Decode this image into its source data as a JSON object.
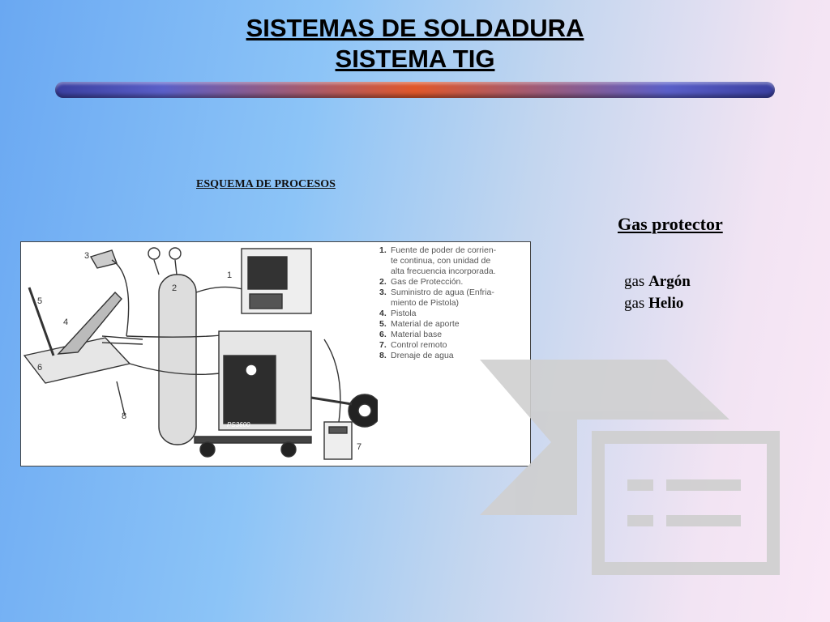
{
  "slide": {
    "title_line1": "SISTEMAS DE SOLDADURA",
    "title_line2": "SISTEMA TIG",
    "schema_caption": "ESQUEMA DE PROCESOS",
    "colors": {
      "bar_start": "#3a3fa0",
      "bar_center": "#e0572a"
    }
  },
  "gas": {
    "heading": "Gas protector",
    "items": [
      {
        "prefix": "gas ",
        "name": "Argón"
      },
      {
        "prefix": "gas ",
        "name": "Helio"
      }
    ]
  },
  "diagram": {
    "callouts": [
      "1",
      "2",
      "3",
      "4",
      "5",
      "6",
      "7",
      "8"
    ],
    "machine_model": "PS3600",
    "legend": [
      {
        "num": "1.",
        "lines": [
          "Fuente de poder de corrien-",
          "te continua, con unidad de",
          "alta frecuencia incorporada."
        ]
      },
      {
        "num": "2.",
        "lines": [
          "Gas de Protección."
        ]
      },
      {
        "num": "3.",
        "lines": [
          "Suministro de agua (Enfria-",
          "miento de Pistola)"
        ]
      },
      {
        "num": "4.",
        "lines": [
          "Pistola"
        ]
      },
      {
        "num": "5.",
        "lines": [
          "Material de aporte"
        ]
      },
      {
        "num": "6.",
        "lines": [
          "Material base"
        ]
      },
      {
        "num": "7.",
        "lines": [
          "Control remoto"
        ]
      },
      {
        "num": "8.",
        "lines": [
          "Drenaje de agua"
        ]
      }
    ]
  }
}
